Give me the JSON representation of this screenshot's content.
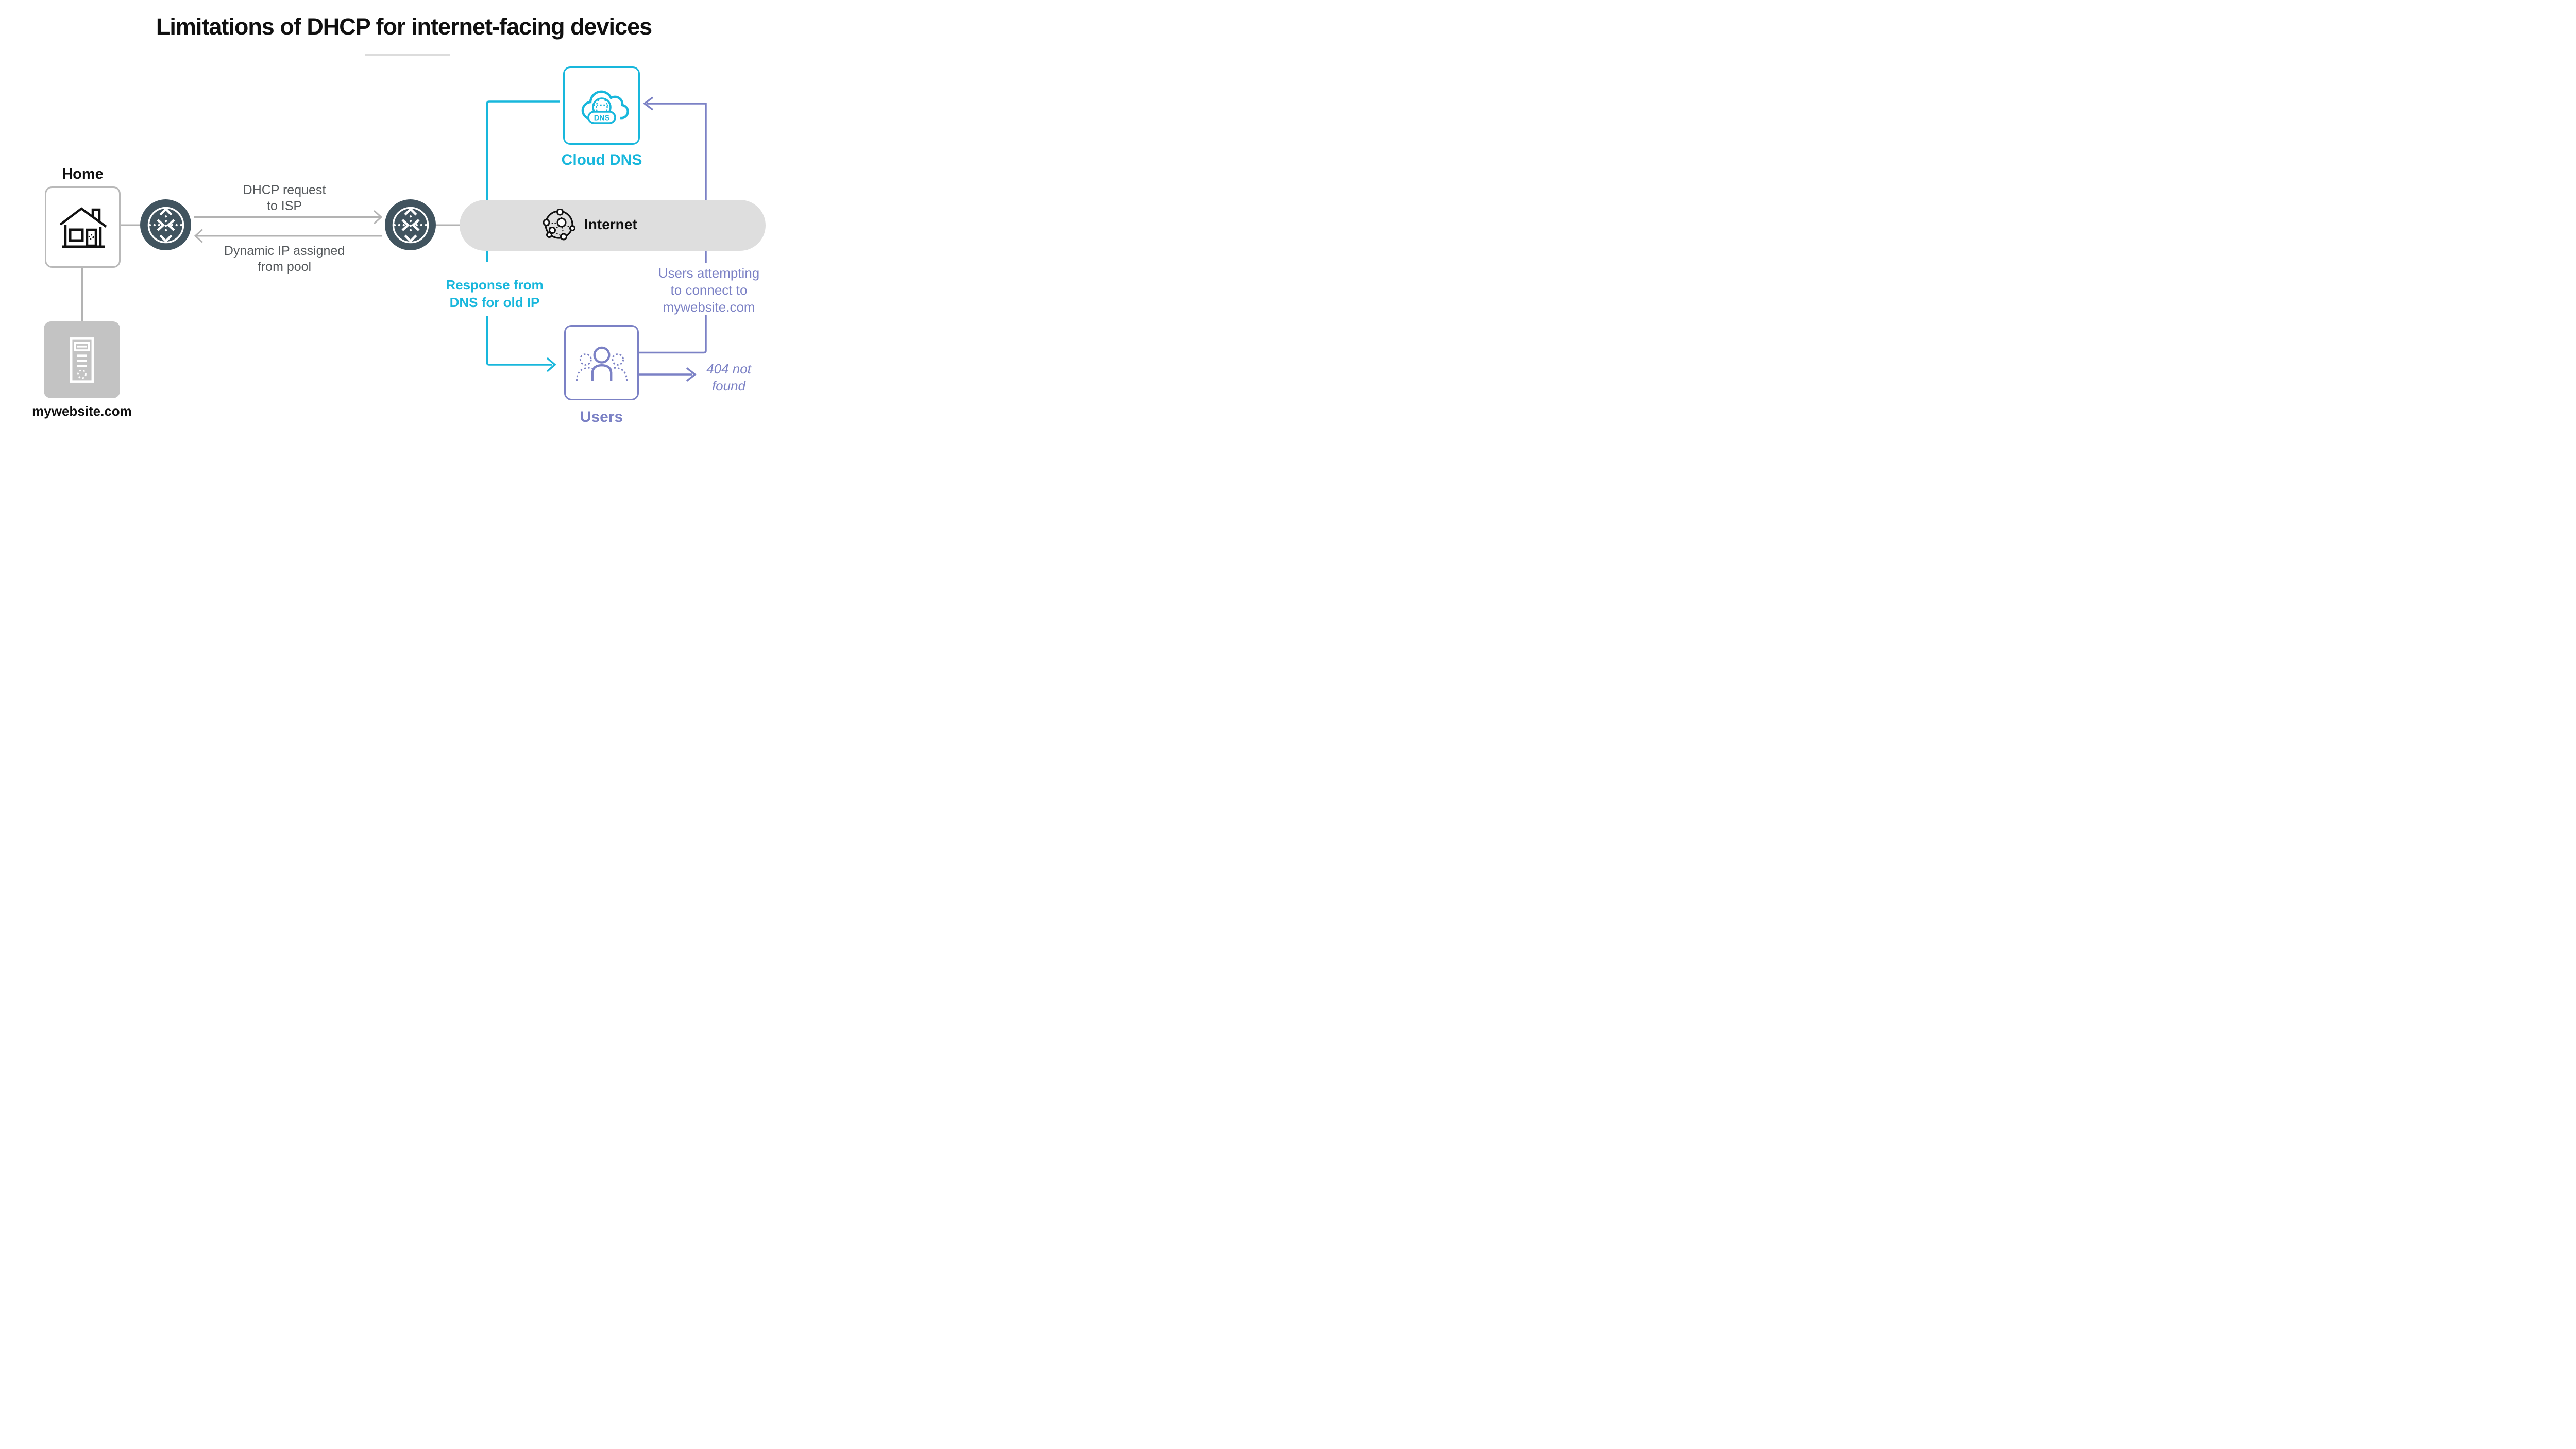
{
  "title": "Limitations of DHCP for internet-facing devices",
  "nodes": {
    "home": {
      "label": "Home"
    },
    "website_server": {
      "label": "mywebsite.com"
    },
    "internet": {
      "label": "Internet"
    },
    "cloud_dns": {
      "label": "Cloud DNS",
      "icon_text": "DNS"
    },
    "users": {
      "label": "Users"
    }
  },
  "edges": {
    "dhcp_request": {
      "line1": "DHCP request",
      "line2": "to ISP"
    },
    "dynamic_ip": {
      "line1": "Dynamic IP assigned",
      "line2": "from pool"
    },
    "dns_response": {
      "line1": "Response from",
      "line2": "DNS for old IP"
    },
    "users_attempt": {
      "line1": "Users attempting",
      "line2": "to connect to",
      "line3": "mywebsite.com"
    },
    "not_found": {
      "line1": "404 not",
      "line2": "found"
    }
  },
  "colors": {
    "cyan": "#18b7dc",
    "purple": "#7b81c5",
    "router_slate": "#41545f",
    "pill_gray": "#dedede",
    "box_border_gray": "#b9b9b9",
    "arrow_gray": "#b3b3b3",
    "label_gray": "#55595c",
    "server_box_gray": "#c3c3c3",
    "title_black": "#101010"
  }
}
